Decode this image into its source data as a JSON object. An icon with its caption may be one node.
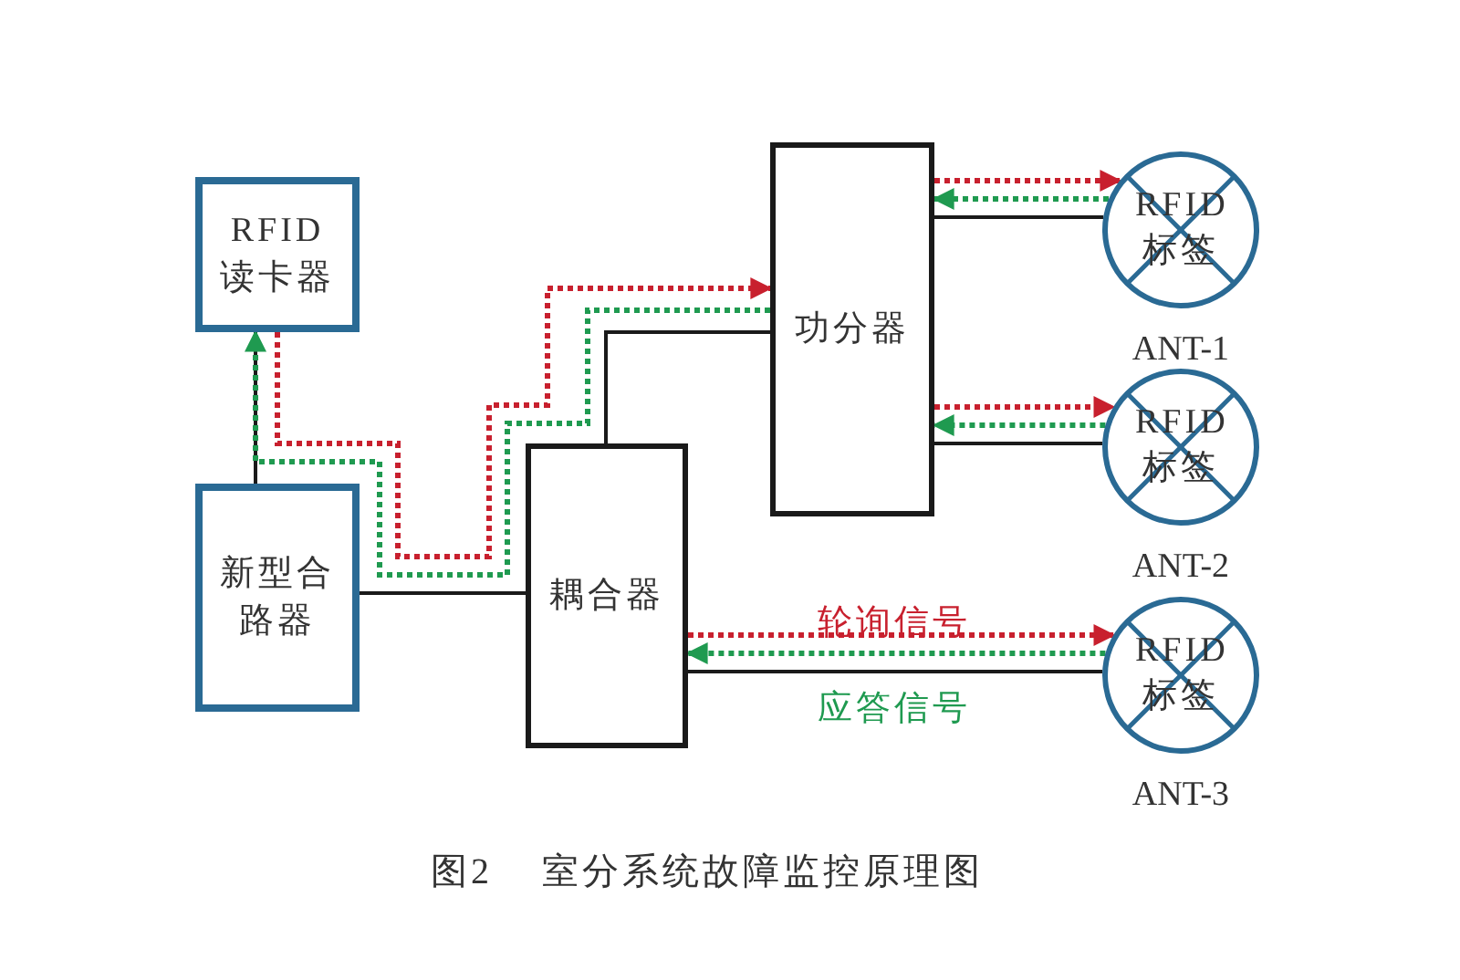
{
  "diagram": {
    "caption": "图2 室分系统故障监控原理图",
    "nodes": [
      {
        "text": [
          "RFID 读卡器"
        ]
      },
      {
        "text": [
          "新型合路器"
        ]
      },
      {
        "text": [
          "耦合器"
        ]
      },
      {
        "text": [
          "功分器"
        ]
      },
      {
        "text": [
          "RFID 标签"
        ],
        "beside": [
          "ANT-1"
        ]
      },
      {
        "text": [
          "RFID 标签"
        ],
        "beside": [
          "ANT-2"
        ]
      },
      {
        "text": [
          "RFID 标签"
        ],
        "beside": [
          "ANT-3"
        ]
      }
    ],
    "edges": [
      {
        "from": 0,
        "to": 1,
        "arrow": "none",
        "color": "#1a1a1a"
      },
      {
        "from": 1,
        "to": 2,
        "arrow": "none",
        "color": "#1a1a1a"
      },
      {
        "from": 2,
        "to": 3,
        "arrow": "none",
        "color": "#1a1a1a"
      },
      {
        "from": 3,
        "to": 4,
        "arrow": "none",
        "color": "#1a1a1a"
      },
      {
        "from": 3,
        "to": 5,
        "arrow": "none",
        "color": "#1a1a1a"
      },
      {
        "from": 2,
        "to": 6,
        "arrow": "none",
        "color": "#1a1a1a"
      },
      {
        "from": 0,
        "to": 3,
        "arrow": "to",
        "style": "dashed",
        "color": "#c8202e"
      },
      {
        "from": 3,
        "to": 0,
        "arrow": "to",
        "style": "dashed",
        "color": "#1f9a50"
      },
      {
        "from": 3,
        "to": 4,
        "arrow": "to",
        "style": "dashed",
        "color": "#c8202e"
      },
      {
        "from": 4,
        "to": 3,
        "arrow": "to",
        "style": "dashed",
        "color": "#1f9a50"
      },
      {
        "from": 3,
        "to": 5,
        "arrow": "to",
        "style": "dashed",
        "color": "#c8202e"
      },
      {
        "from": 5,
        "to": 3,
        "arrow": "to",
        "style": "dashed",
        "color": "#1f9a50"
      },
      {
        "from": 2,
        "to": 6,
        "arrow": "to",
        "style": "dashed",
        "color": "#c8202e",
        "label": "轮询信号"
      },
      {
        "from": 6,
        "to": 2,
        "arrow": "to",
        "style": "dashed",
        "color": "#1f9a50",
        "label": "应答信号"
      }
    ]
  }
}
